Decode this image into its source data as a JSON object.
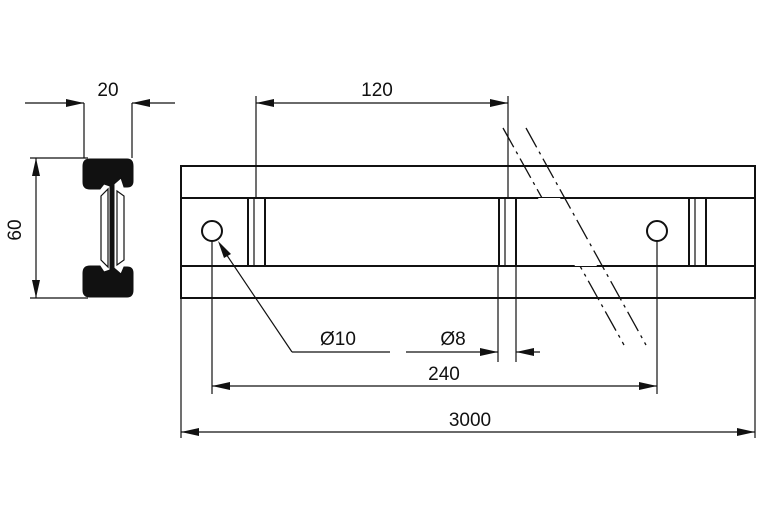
{
  "drawing": {
    "type": "technical-drawing",
    "line_color": "#111111",
    "background": "#ffffff",
    "profile_fill": "#111111",
    "dimensions": {
      "section_width": "20",
      "section_height": "60",
      "slot_pitch": "120",
      "hole_large": "Ø10",
      "hole_small": "Ø8",
      "hole_pitch": "240",
      "total_length": "3000"
    }
  }
}
